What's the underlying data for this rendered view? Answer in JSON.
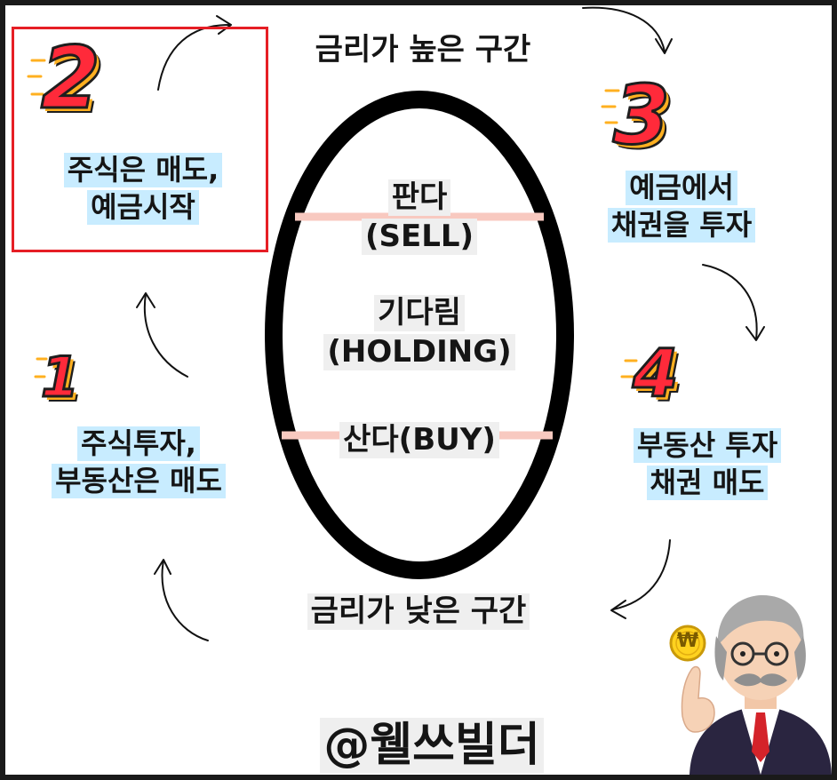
{
  "top_label": "금리가 높은 구간",
  "bottom_label": "금리가 낮은 구간",
  "phases": {
    "sell": {
      "line1": "판다",
      "line2": "(SELL)"
    },
    "hold": {
      "line1": "기다림",
      "line2": "(HOLDING)"
    },
    "buy": {
      "line1": "산다(BUY)"
    }
  },
  "steps": [
    {
      "number": "1",
      "line1": "주식투자,",
      "line2": "부동산은 매도"
    },
    {
      "number": "2",
      "line1": "주식은 매도,",
      "line2": "예금시작"
    },
    {
      "number": "3",
      "line1": "예금에서",
      "line2": "채권을 투자"
    },
    {
      "number": "4",
      "line1": "부동산 투자",
      "line2": "채권 매도"
    }
  ],
  "watermark": "@웰쓰빌더",
  "coin_symbol": "₩",
  "colors": {
    "highlight": "#c8ecff",
    "badge_red": "#ff2a3a",
    "badge_orange": "#ffb020",
    "frame_red": "#e61e25",
    "marker_pink": "#f8c9c0",
    "ellipse": "#000000",
    "coin": "#ffd21f"
  },
  "icons": [
    "curved-arrow-icon",
    "old-man-illustration",
    "won-coin-icon"
  ]
}
